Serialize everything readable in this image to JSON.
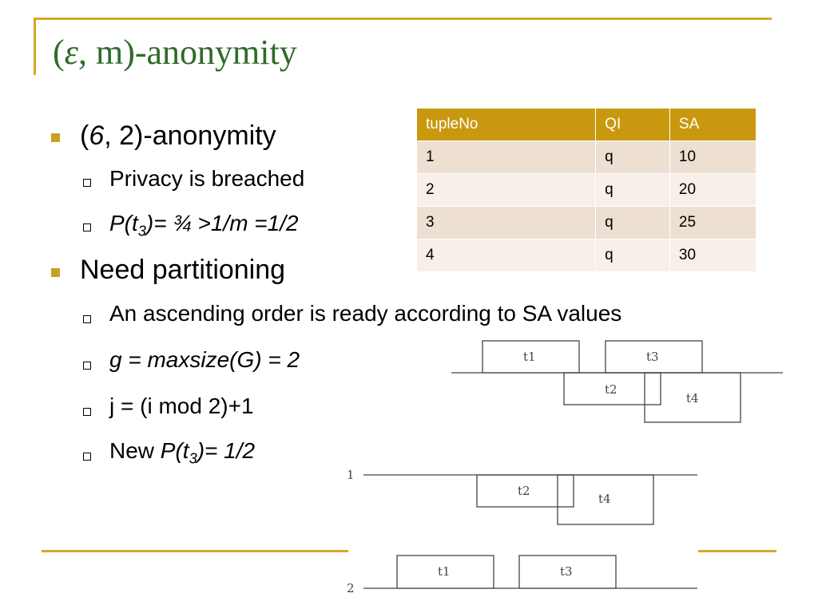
{
  "title": {
    "open": "(",
    "epsilon": "ε",
    "rest": ", m)-anonymity"
  },
  "bullets": {
    "b1": {
      "p1": "(",
      "italic": "6",
      "p2": ", 2)-anonymity"
    },
    "b1_sub1": "Privacy is breached",
    "b1_sub2": {
      "a": "P(t",
      "sub": "3",
      "b": ")= ¾ >1/m =1/2"
    },
    "b2": "Need partitioning",
    "b2_sub1": "An ascending order is ready according to SA values",
    "b2_sub2": "g = maxsize(G) = 2",
    "b2_sub3": "j = (i mod 2)+1",
    "b2_sub4": {
      "prefix": "New ",
      "a": "P(t",
      "sub": "3",
      "b": ")= 1/2"
    }
  },
  "table": {
    "headers": [
      "tupleNo",
      "QI",
      "SA"
    ],
    "rows": [
      [
        "1",
        "q",
        "10"
      ],
      [
        "2",
        "q",
        "20"
      ],
      [
        "3",
        "q",
        "25"
      ],
      [
        "4",
        "q",
        "30"
      ]
    ]
  },
  "diagram": {
    "top": {
      "t1": "t1",
      "t2": "t2",
      "t3": "t3",
      "t4": "t4"
    },
    "part1": {
      "label": "1",
      "t2": "t2",
      "t4": "t4"
    },
    "part2": {
      "label": "2",
      "t1": "t1",
      "t3": "t3"
    }
  },
  "colors": {
    "accent_gold": "#d4aa2a",
    "title_green": "#2f6b2a",
    "table_header": "#c9980e"
  }
}
